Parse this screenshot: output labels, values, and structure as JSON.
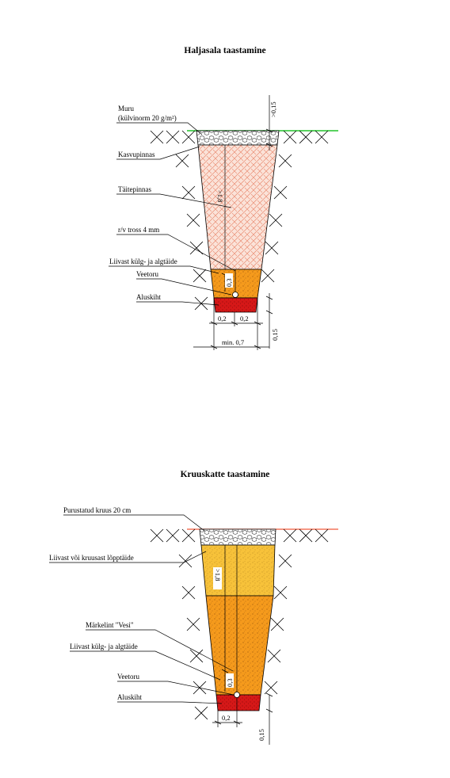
{
  "diagram1": {
    "title": "Haljasala taastamine",
    "labels": {
      "muru": "Muru",
      "kulvinorm": "(külvinorm 20 g/m²)",
      "kasvupinnas": "Kasvupinnas",
      "taitepinnas": "Täitepinnas",
      "tross": "r/v tross 4 mm",
      "liivast": "Liivast külg- ja algtäide",
      "veetoru": "Veetoru",
      "aluskiht": "Aluskiht"
    },
    "dims": {
      "top": ">0,15",
      "depth": ">1,8",
      "sand": "0,3",
      "left": "0,2",
      "right": "0,2",
      "width": "min. 0,7",
      "bottom": "0,15"
    }
  },
  "diagram2": {
    "title": "Kruuskatte taastamine",
    "labels": {
      "kruus": "Purustatud kruus 20 cm",
      "lopptaide": "Liivast või kruusast lõpptäide",
      "markelint": "Märkelint \"Vesi\"",
      "liivast": "Liivast külg- ja algtäide",
      "veetoru": "Veetoru",
      "aluskiht": "Aluskiht"
    },
    "dims": {
      "depth": ">1,8",
      "sand": "0,3",
      "left": "0,2",
      "bottom": "0,15"
    }
  },
  "colors": {
    "grass": "#22c42a",
    "surface_red": "#f05a3a",
    "fill_pink": "#fbe3d9",
    "fill_hatch": "#e98a70",
    "sand_orange": "#f59a1c",
    "gravel_yellow": "#f7c23a",
    "base_red": "#d61818",
    "pipe": "#ffffff"
  }
}
